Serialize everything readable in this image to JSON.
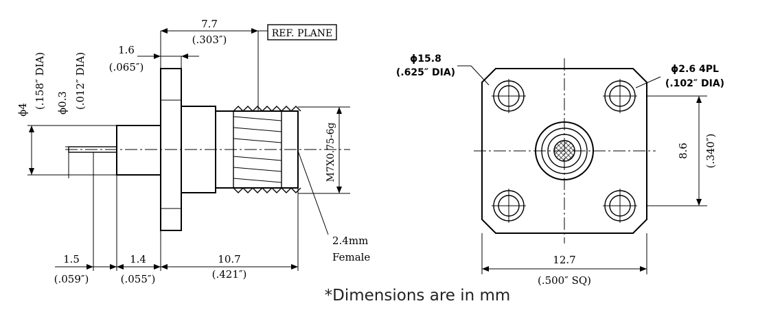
{
  "side_view": {
    "top_dim": {
      "mm": "7.7",
      "in": "(.303″)"
    },
    "ref_plane": "REF. PLANE",
    "flange_dim": {
      "mm": "1.6",
      "in": "(.065″)"
    },
    "body_dia": {
      "mm": "ϕ4",
      "in": "(.158″ DIA)"
    },
    "pin_dia": {
      "mm": "ϕ0.3",
      "in": "(.012″ DIA)"
    },
    "thread": "M7X0.75-6g",
    "callout": {
      "size": "2.4mm",
      "type": "Female"
    },
    "bottom_dims": [
      {
        "mm": "1.5",
        "in": "(.059″)"
      },
      {
        "mm": "1.4",
        "in": "(.055″)"
      },
      {
        "mm": "10.7",
        "in": "(.421″)"
      }
    ]
  },
  "front_view": {
    "flange_dia": {
      "mm": "ϕ15.8",
      "in": "(.625″ DIA)"
    },
    "hole_dia": {
      "mm": "ϕ2.6 4PL",
      "in": "(.102″ DIA)"
    },
    "hole_spacing": {
      "mm": "8.6",
      "in": "(.340″)"
    },
    "width": {
      "mm": "12.7",
      "in": "(.500″ SQ)"
    }
  },
  "footnote": "*Dimensions are in mm"
}
